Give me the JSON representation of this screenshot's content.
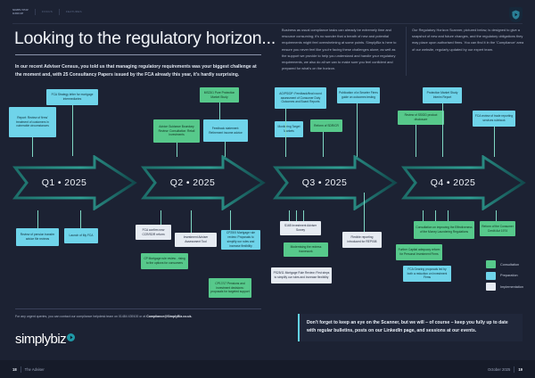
{
  "topnav": {
    "brand_line1": "SIMPLYBIZ",
    "brand_line2": "GROUP",
    "items": [
      "FOCUS",
      "FEATURES"
    ]
  },
  "header": {
    "title": "Looking to the regulatory horizon...",
    "intro": "In our recent Adviser Census, you told us that managing regulatory requirements was your biggest challenge at the moment and, with 25 Consultancy Papers issued by the FCA already this year, it's hardly surprising.",
    "column_middle": "Business as usual compliance tasks can already be extremely time and resource consuming; it's no wonder that a breath of new and potential requirements might feel overwhelming at some points. SimplyBiz is here to ensure you never feel like you're facing these challenges alone; as well as the support we provide to help you understand and handle your regulatory requirements, we also do all we can to make sure you feel confident and prepared for what's on the horizon.",
    "column_right": "Our Regulatory Horizon Scanner, pictured below, is designed to give a snapshot of new and future changes, and the regulatory obligations they may place upon authorised firms.  You can find it in the 'Compliance' area of our website, regularly updated by our expert team."
  },
  "legend": {
    "items": [
      {
        "label": "Consultation",
        "color": "#57c98b"
      },
      {
        "label": "Preparation",
        "color": "#6fd4ea"
      },
      {
        "label": "Implementation",
        "color": "#e6ebf2"
      }
    ]
  },
  "quarters": [
    {
      "label": "Q1 • 2025",
      "nodes": [
        {
          "text": "FCA Strategy letter for mortgage intermediaries",
          "type": "preparation"
        },
        {
          "text": "Report: Review of firms' treatment of customers in vulnerable circumstances",
          "type": "preparation"
        },
        {
          "text": "Review of pension transfer advice file reviews",
          "type": "preparation"
        },
        {
          "text": "Launch of My FCA",
          "type": "preparation"
        }
      ]
    },
    {
      "label": "Q2 • 2025",
      "nodes": [
        {
          "text": "MS23/1 Pure Protection Market Study",
          "type": "consultation"
        },
        {
          "text": "Advice Guidance Boundary Review: Consultation: Retail Investments",
          "type": "consultation"
        },
        {
          "text": "Feedback statement: Retirement income advice",
          "type": "preparation"
        },
        {
          "text": "FCA confirm new CCR/SDR reform",
          "type": "implementation"
        },
        {
          "text": "Investment Adviser Assessment Tool",
          "type": "implementation"
        },
        {
          "text": "CP25/X Mortgage rule review: Proposals to simplify our rules and increase flexibility",
          "type": "preparation"
        },
        {
          "text": "CP Mortgage rule review - rising to the options for consumers",
          "type": "consultation"
        },
        {
          "text": "CP17/17 Pensions and investment decisions: proposals for targeted support",
          "type": "consultation"
        }
      ]
    },
    {
      "label": "Q3 • 2025",
      "nodes": [
        {
          "text": "AG/PS/DP: Feedback/final round assessment of Consumer Duty Outcomes and Board Reports",
          "type": "preparation"
        },
        {
          "text": "Publication of a Smarter Firms guide on outcomes testing",
          "type": "preparation"
        },
        {
          "text": "Monitoring Target Markets",
          "type": "preparation"
        },
        {
          "text": "Reform of SDR/CR",
          "type": "consultation"
        },
        {
          "text": "S165 Investment Adviser Survey",
          "type": "implementation"
        },
        {
          "text": "Modernising the redress framework",
          "type": "consultation"
        },
        {
          "text": "PS25/11 Mortgage Rule Review: First steps to simplify our rules and increase flexibility",
          "type": "implementation"
        },
        {
          "text": "Flexible reporting introduced for REP008",
          "type": "implementation"
        }
      ]
    },
    {
      "label": "Q4 • 2025",
      "nodes": [
        {
          "text": "Protection Market Study Interim Report",
          "type": "preparation"
        },
        {
          "text": "Review of SS/DD product disclosure",
          "type": "consultation"
        },
        {
          "text": "FCA review of trade reporting services rulebook",
          "type": "preparation"
        },
        {
          "text": "Consultation on improving the Effectiveness of the Money Laundering Regulations",
          "type": "consultation"
        },
        {
          "text": "Further Capital adequacy reform for Personal Investment Firms",
          "type": "consultation"
        },
        {
          "text": "FCA Gearing proposals led by both a reduction on Investment Firms",
          "type": "preparation"
        },
        {
          "text": "Reform of the Consumer Credit Act 1974",
          "type": "consultation"
        }
      ]
    }
  ],
  "cta": {
    "text": "Don't forget to keep an eye on the Scanner, but we will – of course – keep you fully up to date with regular bulletins, posts on our LinkedIn page, and sessions at our events."
  },
  "footer": {
    "contact_prefix": "For any urgent queries, you can contact our compliance helpdesk team on 01484 439100 or at ",
    "contact_email": "Compliance@SimplyBiz.co.uk.",
    "logo_text": "simplybiz",
    "page_left": "18",
    "publication": "The Adviser",
    "issue": "October 2025",
    "page_right": "19"
  }
}
